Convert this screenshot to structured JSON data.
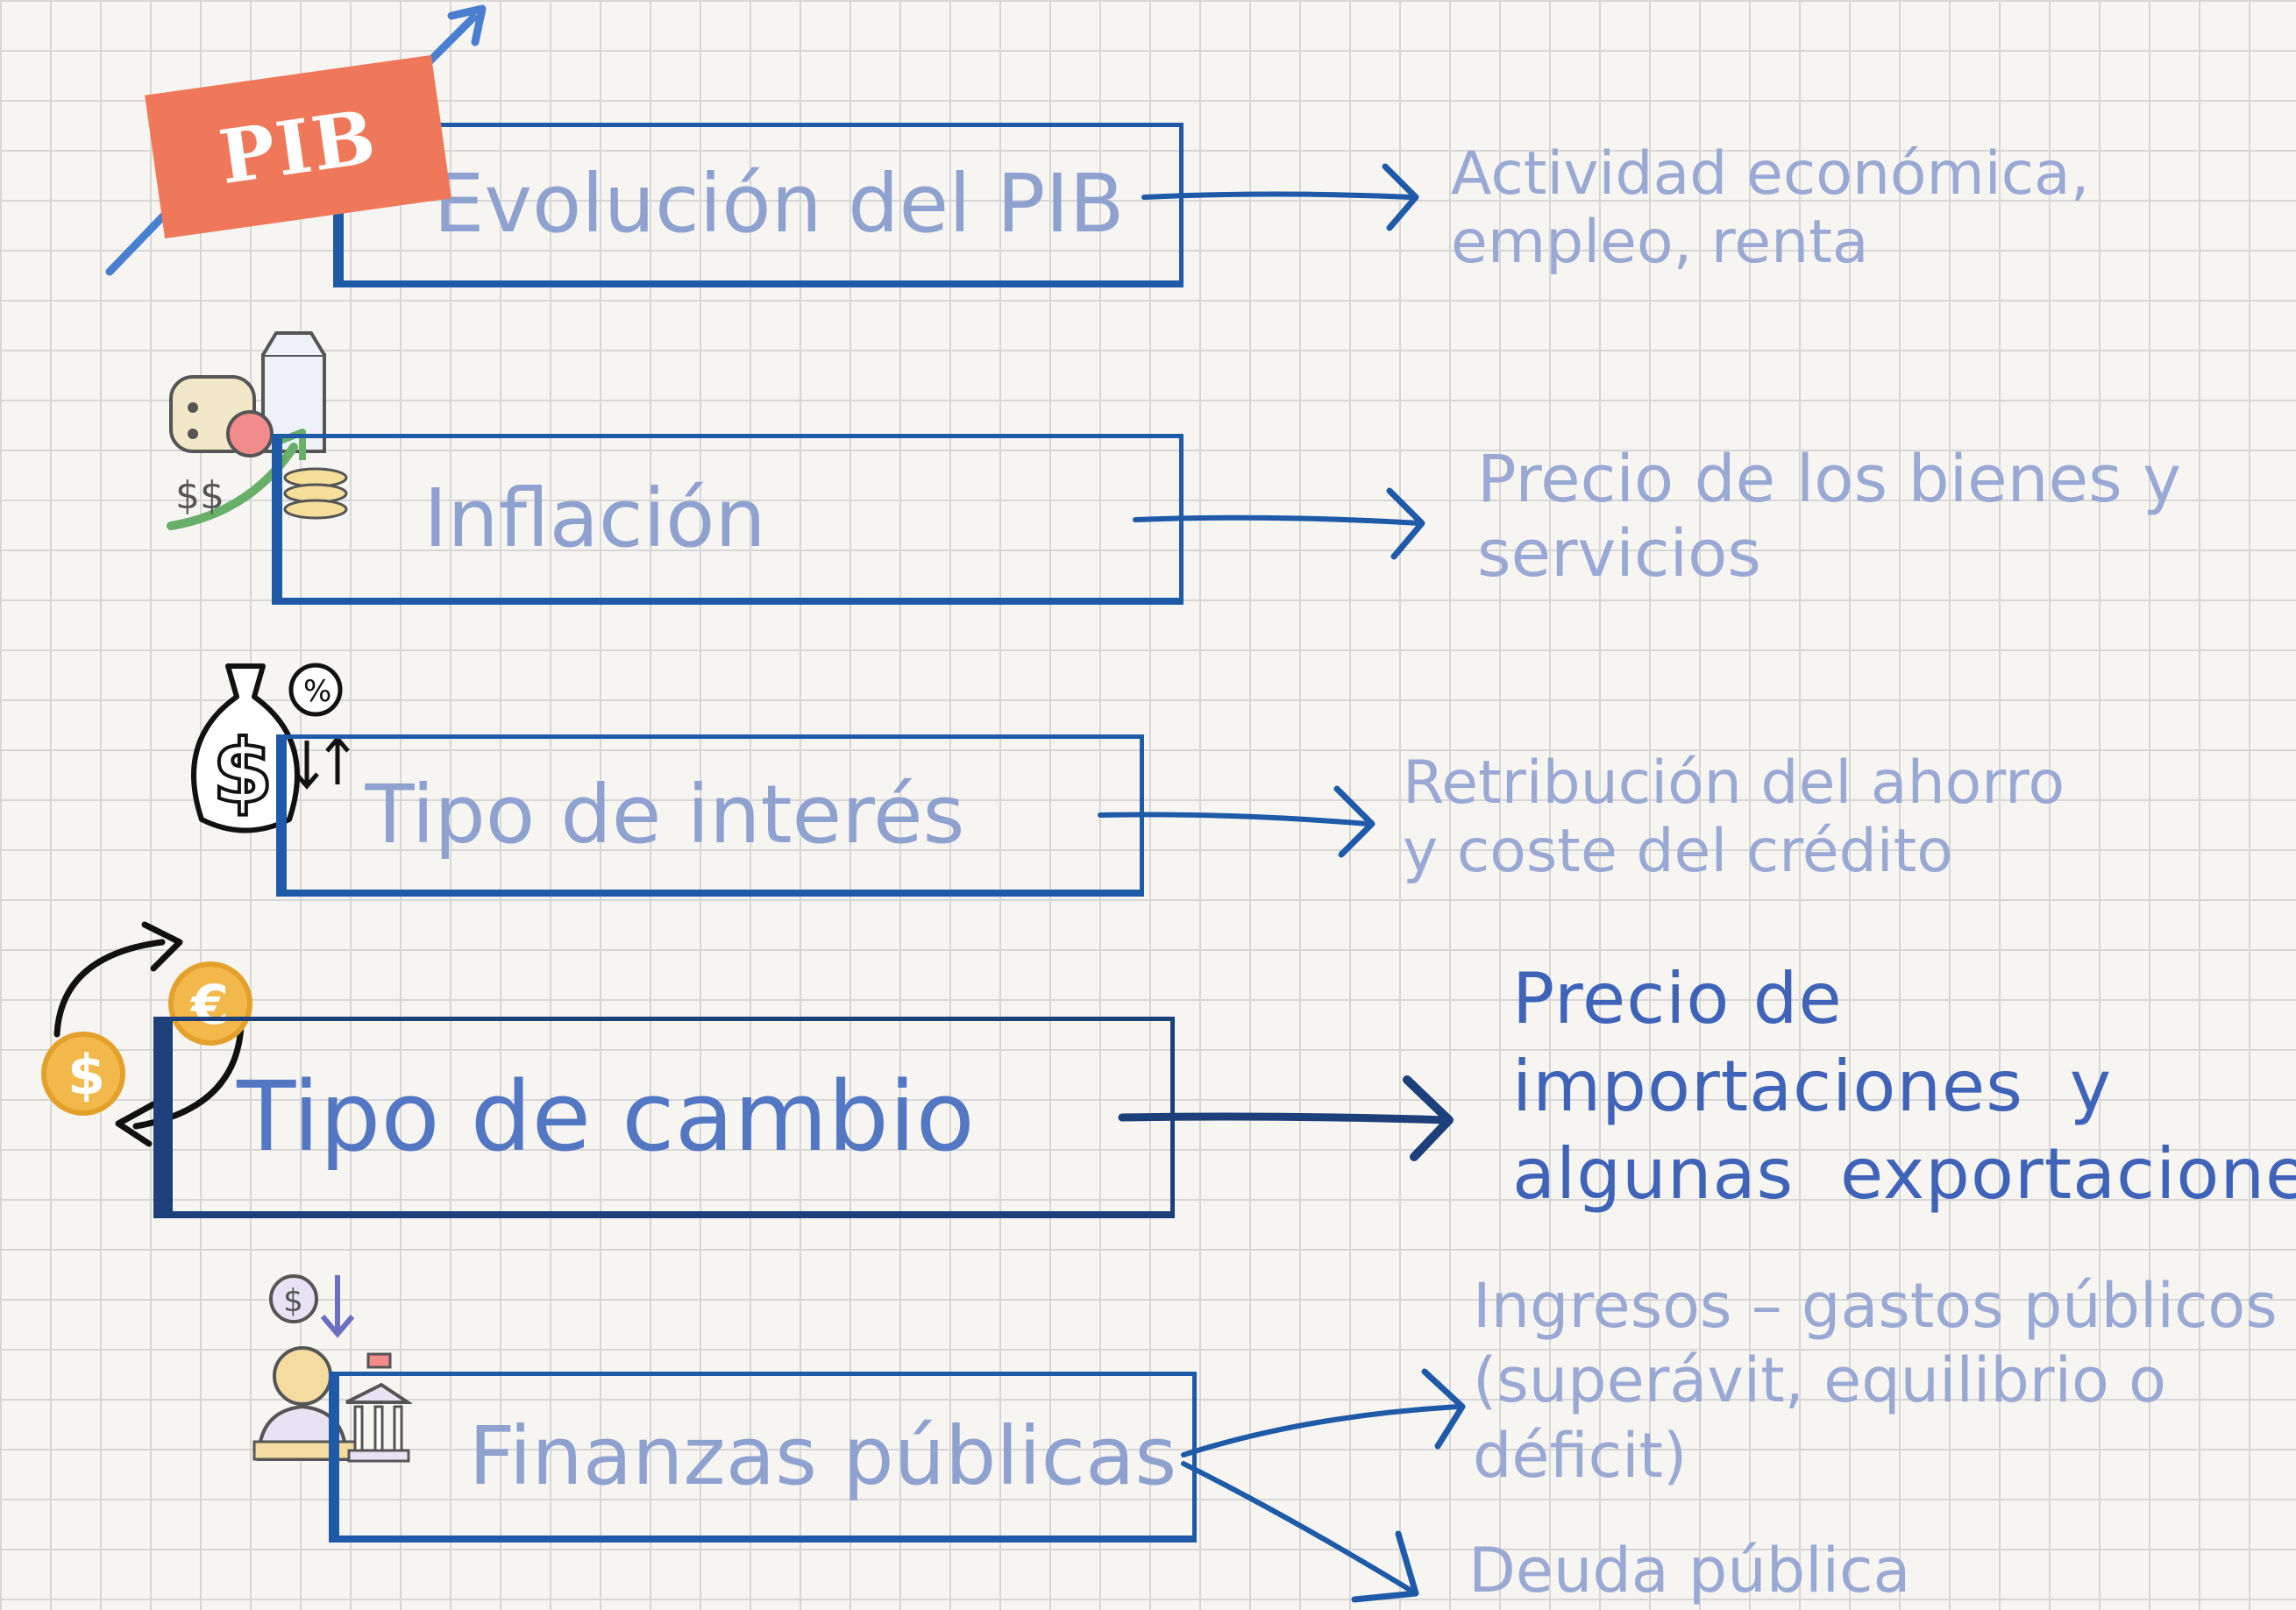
{
  "indicators": [
    {
      "label": "Evolución del PIB",
      "description": [
        "Actividad económica,",
        "empleo, renta"
      ],
      "icon": "gdp-growth-icon",
      "badge": "PIB"
    },
    {
      "label": "Inflación",
      "description": [
        "Precio de los bienes y",
        "servicios"
      ],
      "icon": "groceries-price-icon"
    },
    {
      "label": "Tipo de interés",
      "description": [
        "Retribución del ahorro",
        "y coste del crédito"
      ],
      "icon": "money-bag-percent-icon"
    },
    {
      "label": "Tipo de cambio",
      "description": [
        "Precio de",
        "importaciones  y",
        "algunas  exportaciones"
      ],
      "icon": "currency-exchange-icon"
    },
    {
      "label": "Finanzas públicas",
      "description": [
        "Ingresos – gastos públicos",
        "(superávit, equilibrio o",
        "déficit)"
      ],
      "description_2": [
        "Deuda pública"
      ],
      "icon": "public-finance-icon"
    }
  ],
  "colors": {
    "box_border": "#1e5aa8",
    "box_border_dark": "#1d3f7a",
    "label_text": "#8fa2cf",
    "desc_text": "#9aa9d3",
    "highlight_text": "#3f63b8",
    "badge": "#f0785a",
    "background": "#f7f5f2",
    "grid": "#d6d6d6"
  }
}
